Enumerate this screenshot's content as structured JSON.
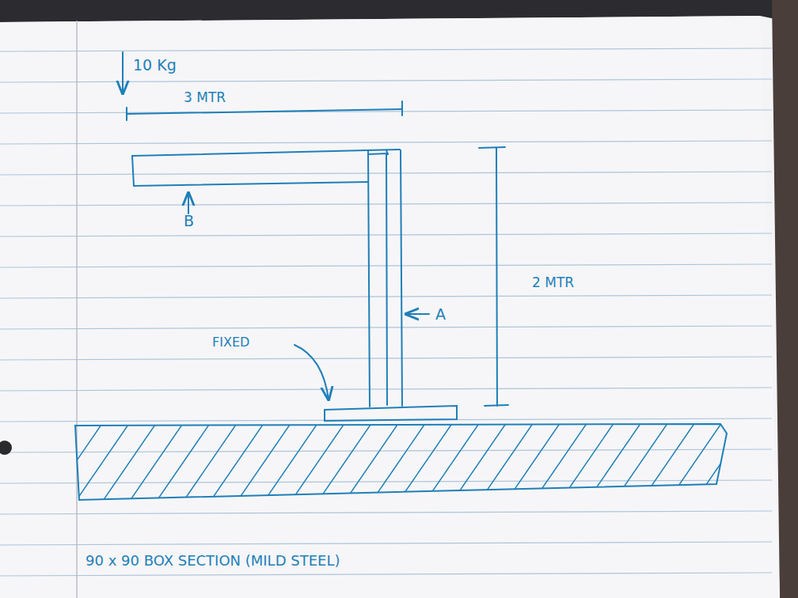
{
  "diagram": {
    "labels": [
      "10 Kg",
      "3 MTR",
      "B",
      "2 MTR",
      "A",
      "FIXED",
      "90 x 90 BOX SECTION (MILD STEEL)"
    ]
  }
}
